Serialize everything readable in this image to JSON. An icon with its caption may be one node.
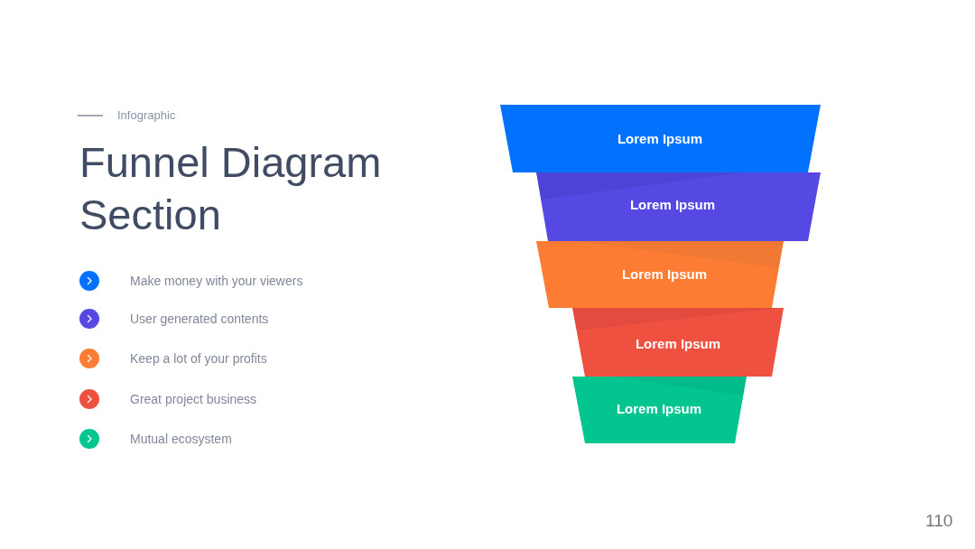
{
  "diagram": {
    "title": "Funnel Diagram Section",
    "nodes": [
      {
        "text": [
          "Lorem Ipsum"
        ]
      },
      {
        "text": [
          "Lorem Ipsum"
        ]
      },
      {
        "text": [
          "Lorem Ipsum"
        ]
      },
      {
        "text": [
          "Lorem Ipsum"
        ]
      },
      {
        "text": [
          "Lorem Ipsum"
        ]
      }
    ],
    "labels": [
      "Infographic",
      "110"
    ],
    "legend": [
      {
        "text": "Make money with your viewers",
        "color": "#0271fe"
      },
      {
        "text": "User generated contents",
        "color": "#5548e3"
      },
      {
        "text": "Keep a lot of your profits",
        "color": "#fd7c34"
      },
      {
        "text": "Great project business",
        "color": "#ef5141"
      },
      {
        "text": "Mutual ecosystem",
        "color": "#02c590"
      }
    ]
  }
}
